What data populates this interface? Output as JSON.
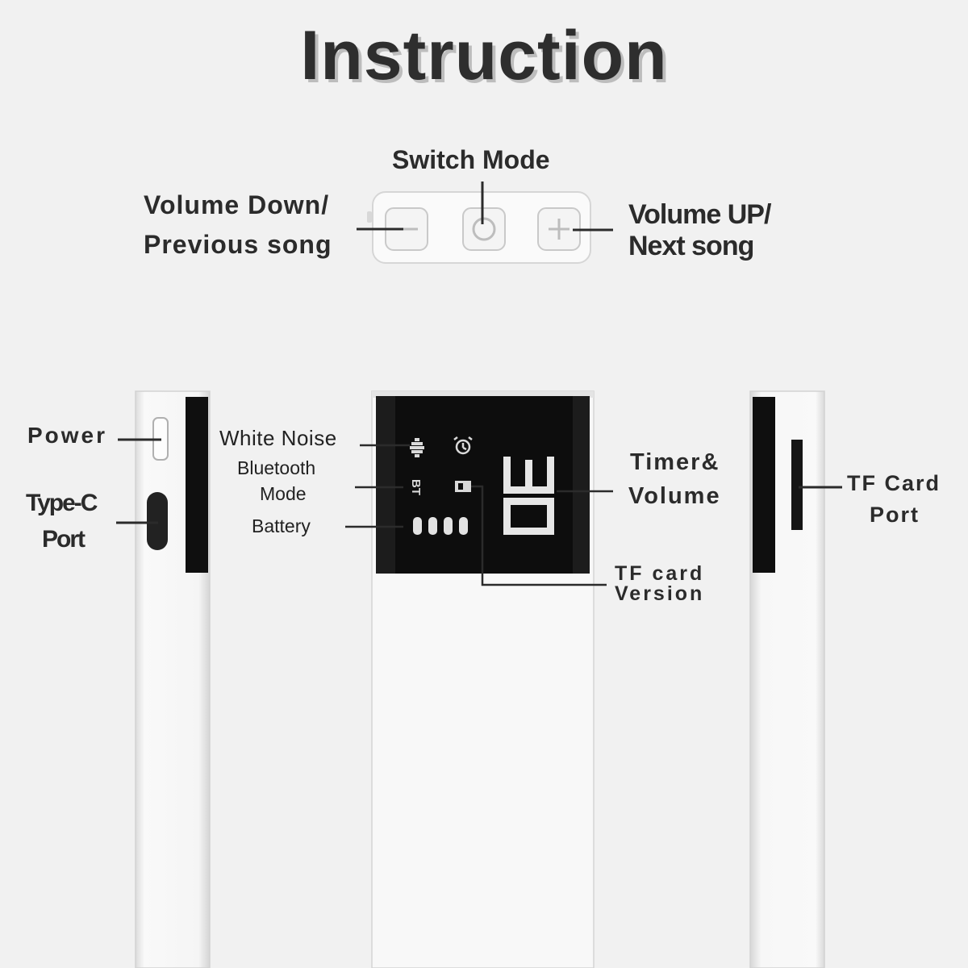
{
  "title": "Instruction",
  "labels": {
    "switch_mode": "Switch Mode",
    "volume_down_line1": "Volume Down/",
    "volume_down_line2": "Previous song",
    "volume_up_line1": "Volume UP/",
    "volume_up_line2": "Next song",
    "power": "Power",
    "type_c_line1": "Type-C",
    "type_c_line2": "Port",
    "white_noise": "White Noise",
    "bluetooth_line1": "Bluetooth",
    "bluetooth_line2": "Mode",
    "battery": "Battery",
    "timer_line1": "Timer&",
    "timer_line2": "Volume",
    "tf_card_version_line1": "TF card",
    "tf_card_version_line2": "Version",
    "tf_card_port_line1": "TF Card",
    "tf_card_port_line2": "Port"
  },
  "display": {
    "bt_text": "BT",
    "digits": "30",
    "battery_bars": 4
  },
  "colors": {
    "background": "#f1f1f1",
    "device_body": "#f7f7f7",
    "screen": "#0d0d0d",
    "text": "#2b2b2b"
  }
}
